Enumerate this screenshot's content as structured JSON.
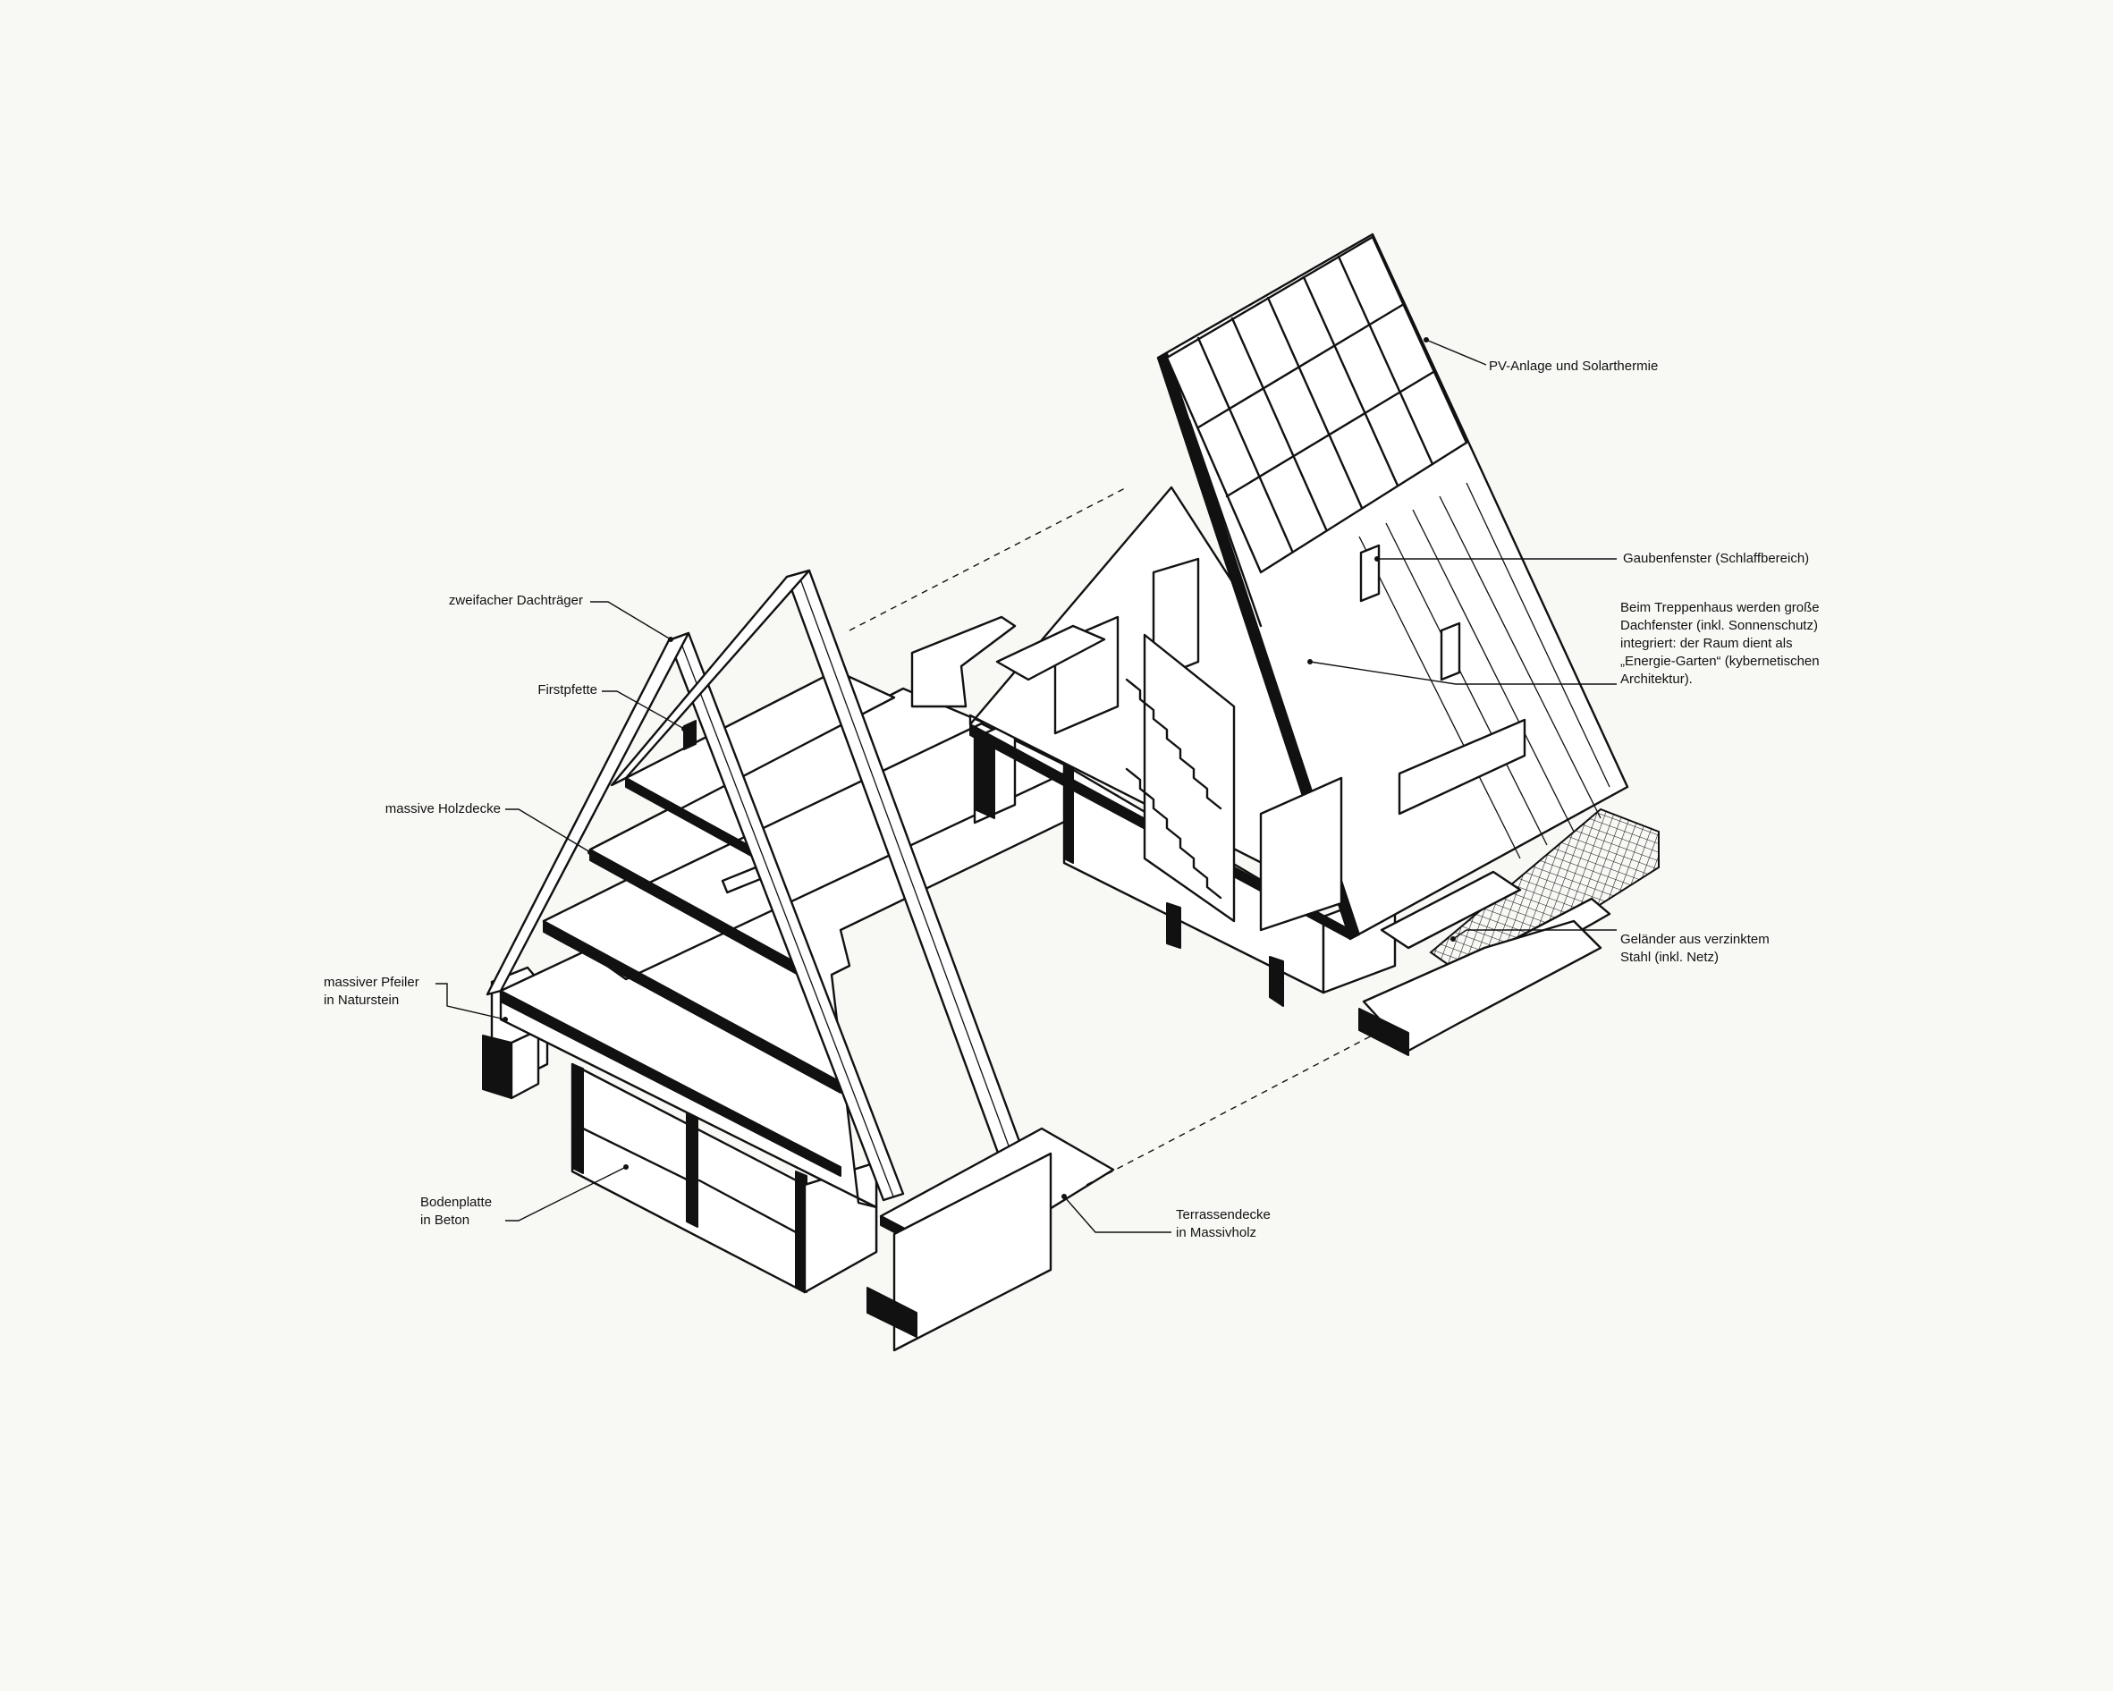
{
  "labels": {
    "zweifacher": "zweifacher Dachträger",
    "firstpfette": "Firstpfette",
    "holzdecke": "massive Holzdecke",
    "pfeiler": "massiver Pfeiler\nin Naturstein",
    "bodenplatte": "Bodenplatte\nin Beton",
    "terrassendecke": "Terrassendecke\nin Massivholz",
    "pv": "PV-Anlage und Solarthermie",
    "gauben": "Gaubenfenster (Schlaffbereich)",
    "treppenhaus": "Beim Treppenhaus werden große\nDachfenster (inkl. Sonnenschutz)\nintegriert: der Raum dient als\n„Energie-Garten“ (kybernetischen\nArchitektur).",
    "gelaender": "Geländer aus verzinktem\nStahl (inkl. Netz)"
  },
  "colors": {
    "background": "#f8f9f5",
    "ink": "#111111",
    "paper": "#ffffff"
  }
}
